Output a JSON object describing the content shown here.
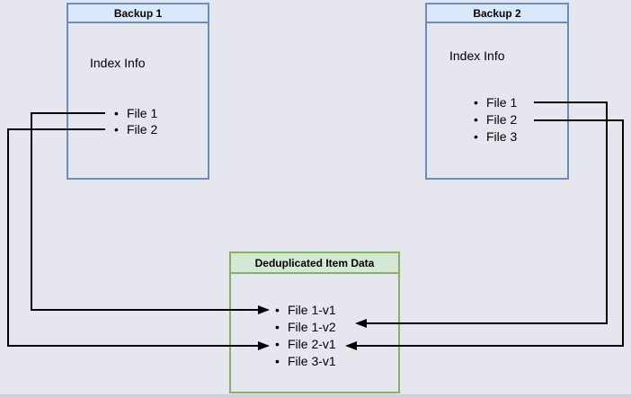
{
  "diagram": {
    "backup1": {
      "title": "Backup 1",
      "heading": "Index Info",
      "items": [
        "File 1",
        "File 2"
      ]
    },
    "backup2": {
      "title": "Backup 2",
      "heading": "Index Info",
      "items": [
        "File 1",
        "File 2",
        "File 3"
      ]
    },
    "dedup": {
      "title": "Deduplicated Item Data",
      "items": [
        "File 1-v1",
        "File 1-v2",
        "File 2-v1",
        "File 3-v1"
      ]
    },
    "connections": [
      {
        "from": "Backup 1 / File 1",
        "to": "File 1-v1"
      },
      {
        "from": "Backup 1 / File 2",
        "to": "File 2-v1"
      },
      {
        "from": "Backup 2 / File 1",
        "to": "File 1-v2"
      },
      {
        "from": "Backup 2 / File 2",
        "to": "File 2-v1"
      }
    ],
    "colors": {
      "background": "#e6e6ef",
      "blue_fill": "#dae8fc",
      "blue_border": "#6c8ebf",
      "green_fill": "#d5e8d4",
      "green_border": "#82b366",
      "arrow": "#000000"
    }
  }
}
